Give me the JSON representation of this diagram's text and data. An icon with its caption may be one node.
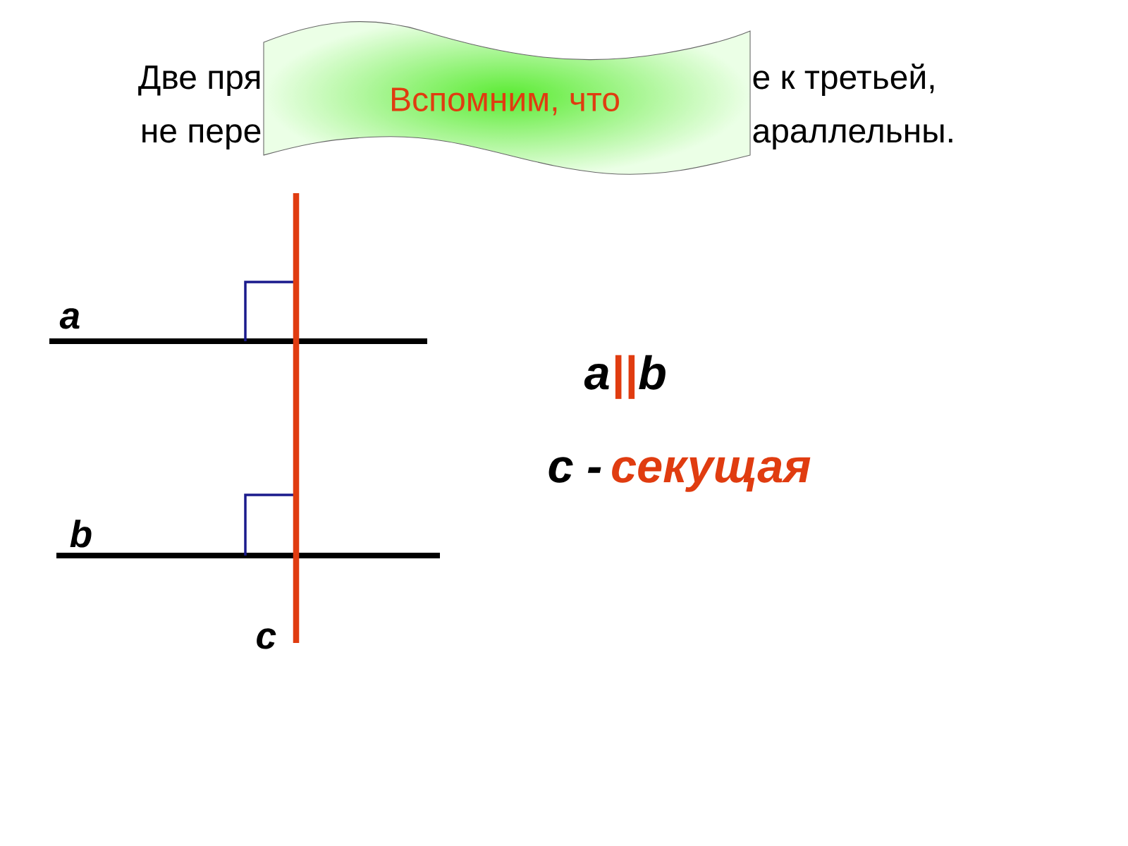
{
  "diagram": {
    "nodes": [
      {
        "text": [
          "Вспомним, что"
        ]
      }
    ],
    "labels": [
      "Две пря",
      "е к третьей,",
      "не пере",
      "араллельны.",
      "a",
      "b",
      "c",
      "a",
      "||",
      "b",
      "c -",
      "секущая"
    ]
  }
}
